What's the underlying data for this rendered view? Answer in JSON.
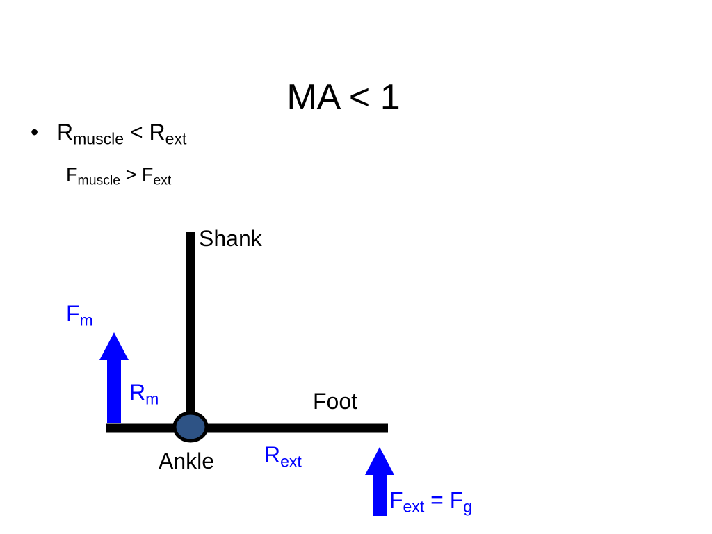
{
  "slide": {
    "title": "MA < 1",
    "bullet": {
      "symbol": "•",
      "main": "R",
      "main_sub": "muscle",
      "op": " < ",
      "rhs": "R",
      "rhs_sub": "ext"
    },
    "sub_line": {
      "main": "F",
      "main_sub": "muscle",
      "op": " > ",
      "rhs": "F",
      "rhs_sub": "ext"
    }
  },
  "diagram": {
    "labels": {
      "shank": "Shank",
      "foot": "Foot",
      "ankle": "Ankle",
      "fm_main": "F",
      "fm_sub": "m",
      "rm_main": "R",
      "rm_sub": "m",
      "rext_main": "R",
      "rext_sub": "ext",
      "fext_main": "F",
      "fext_sub": "ext",
      "fext_eq": " = ",
      "fg_main": "F",
      "fg_sub": "g"
    },
    "colors": {
      "segment": "#000000",
      "force_arrow": "#0000ff",
      "force_label": "#0000ff",
      "joint_fill": "#2e5385",
      "joint_stroke": "#000000"
    }
  }
}
